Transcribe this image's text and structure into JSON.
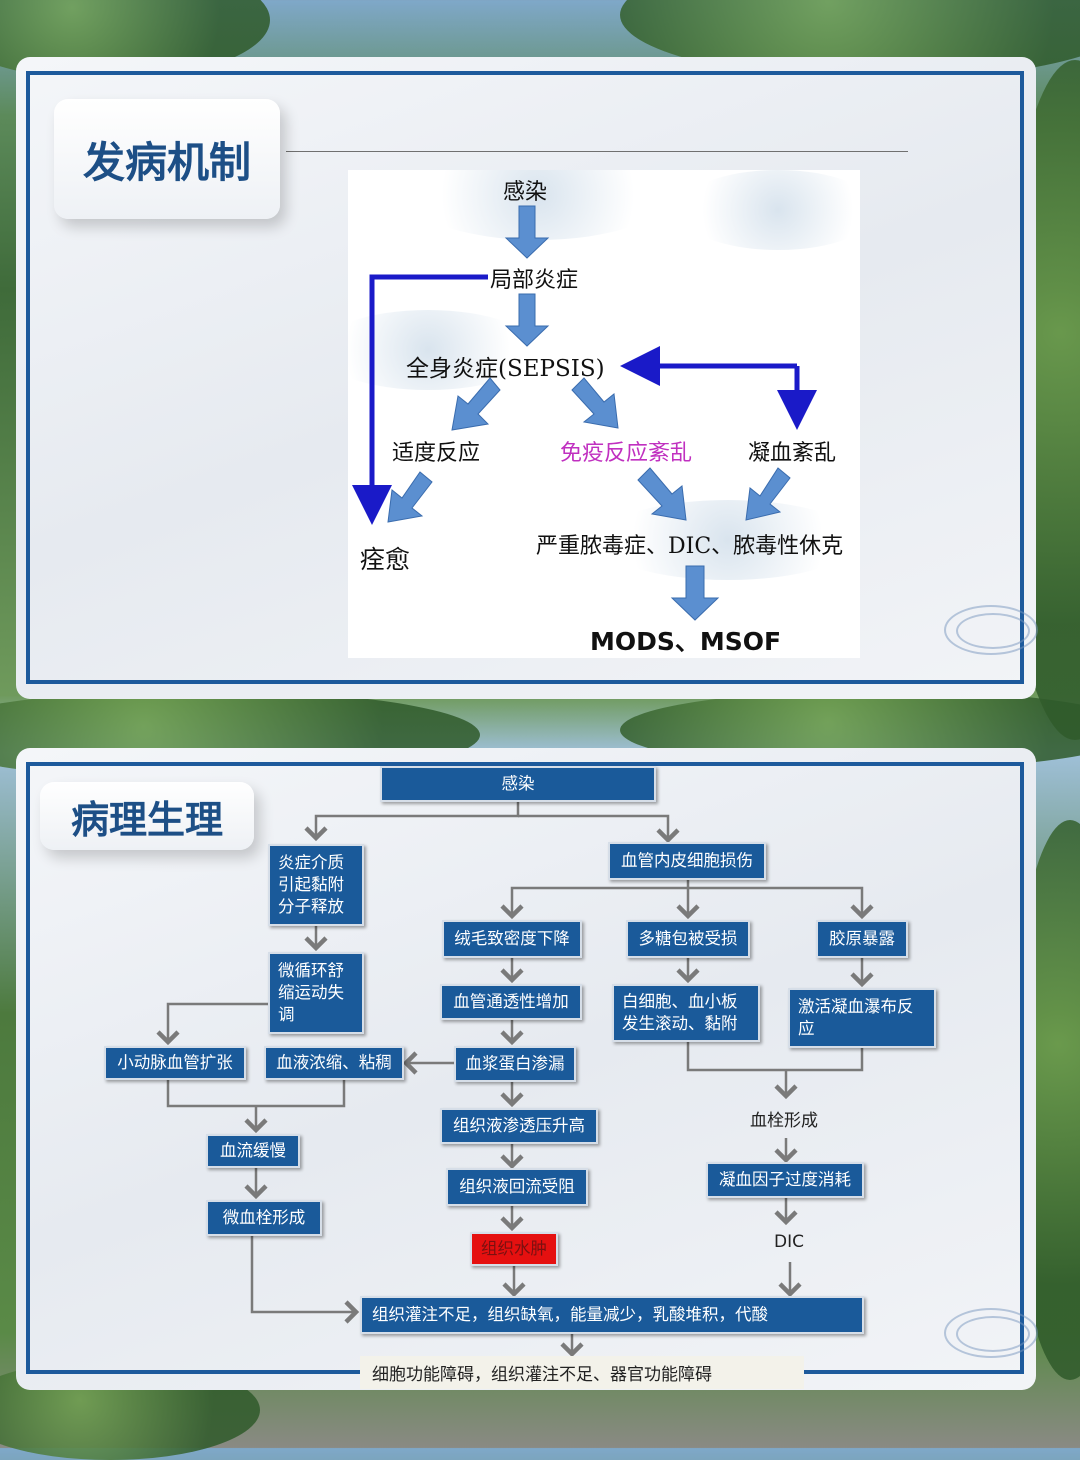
{
  "panel1": {
    "title": "发病机制",
    "flow": {
      "n1": "感染",
      "n2": "局部炎症",
      "n3": "全身炎症(SEPSIS)",
      "n4": "适度反应",
      "n5": "免疫反应紊乱",
      "n6": "凝血紊乱",
      "n7": "痊愈",
      "n8": "严重脓毒症、DIC、脓毒性休克",
      "n9": "MODS、MSOF"
    },
    "colors": {
      "arrow_fill": "#5b8fd0",
      "feedback_line": "#1a1ac8",
      "immune_text": "#c030c0"
    }
  },
  "panel2": {
    "title": "病理生理",
    "nodes": {
      "infection": "感染",
      "inflammatory_mediator": "炎症介质引起黏附分子释放",
      "endothelial_injury": "血管内皮细胞损伤",
      "villi_density": "绒毛致密度下降",
      "glycocalyx": "多糖包被受损",
      "collagen": "胶原暴露",
      "microcirculation": "微循环舒缩运动失调",
      "permeability": "血管通透性增加",
      "wbc_platelet": "白细胞、血小板发生滚动、黏附",
      "coagulation_cascade": "激活凝血瀑布反应",
      "arteriole_dilation": "小动脉血管扩张",
      "blood_concentration": "血液浓缩、粘稠",
      "plasma_leak": "血浆蛋白渗漏",
      "thrombosis": "血栓形成",
      "tissue_osmotic": "组织液渗透压升高",
      "slow_flow": "血流缓慢",
      "tissue_return": "组织液回流受阻",
      "factor_consumption": "凝血因子过度消耗",
      "micro_thrombus": "微血栓形成",
      "tissue_edema": "组织水肿",
      "dic": "DIC",
      "hypoperfusion": "组织灌注不足，组织缺氧，能量减少，乳酸堆积，代酸",
      "organ_failure": "细胞功能障碍，组织灌注不足、器官功能障碍"
    },
    "colors": {
      "box_fill": "#1a5a9a",
      "edema_fill": "#e51010",
      "connector": "#7a7a7a",
      "frame": "#1d5a9c"
    }
  }
}
